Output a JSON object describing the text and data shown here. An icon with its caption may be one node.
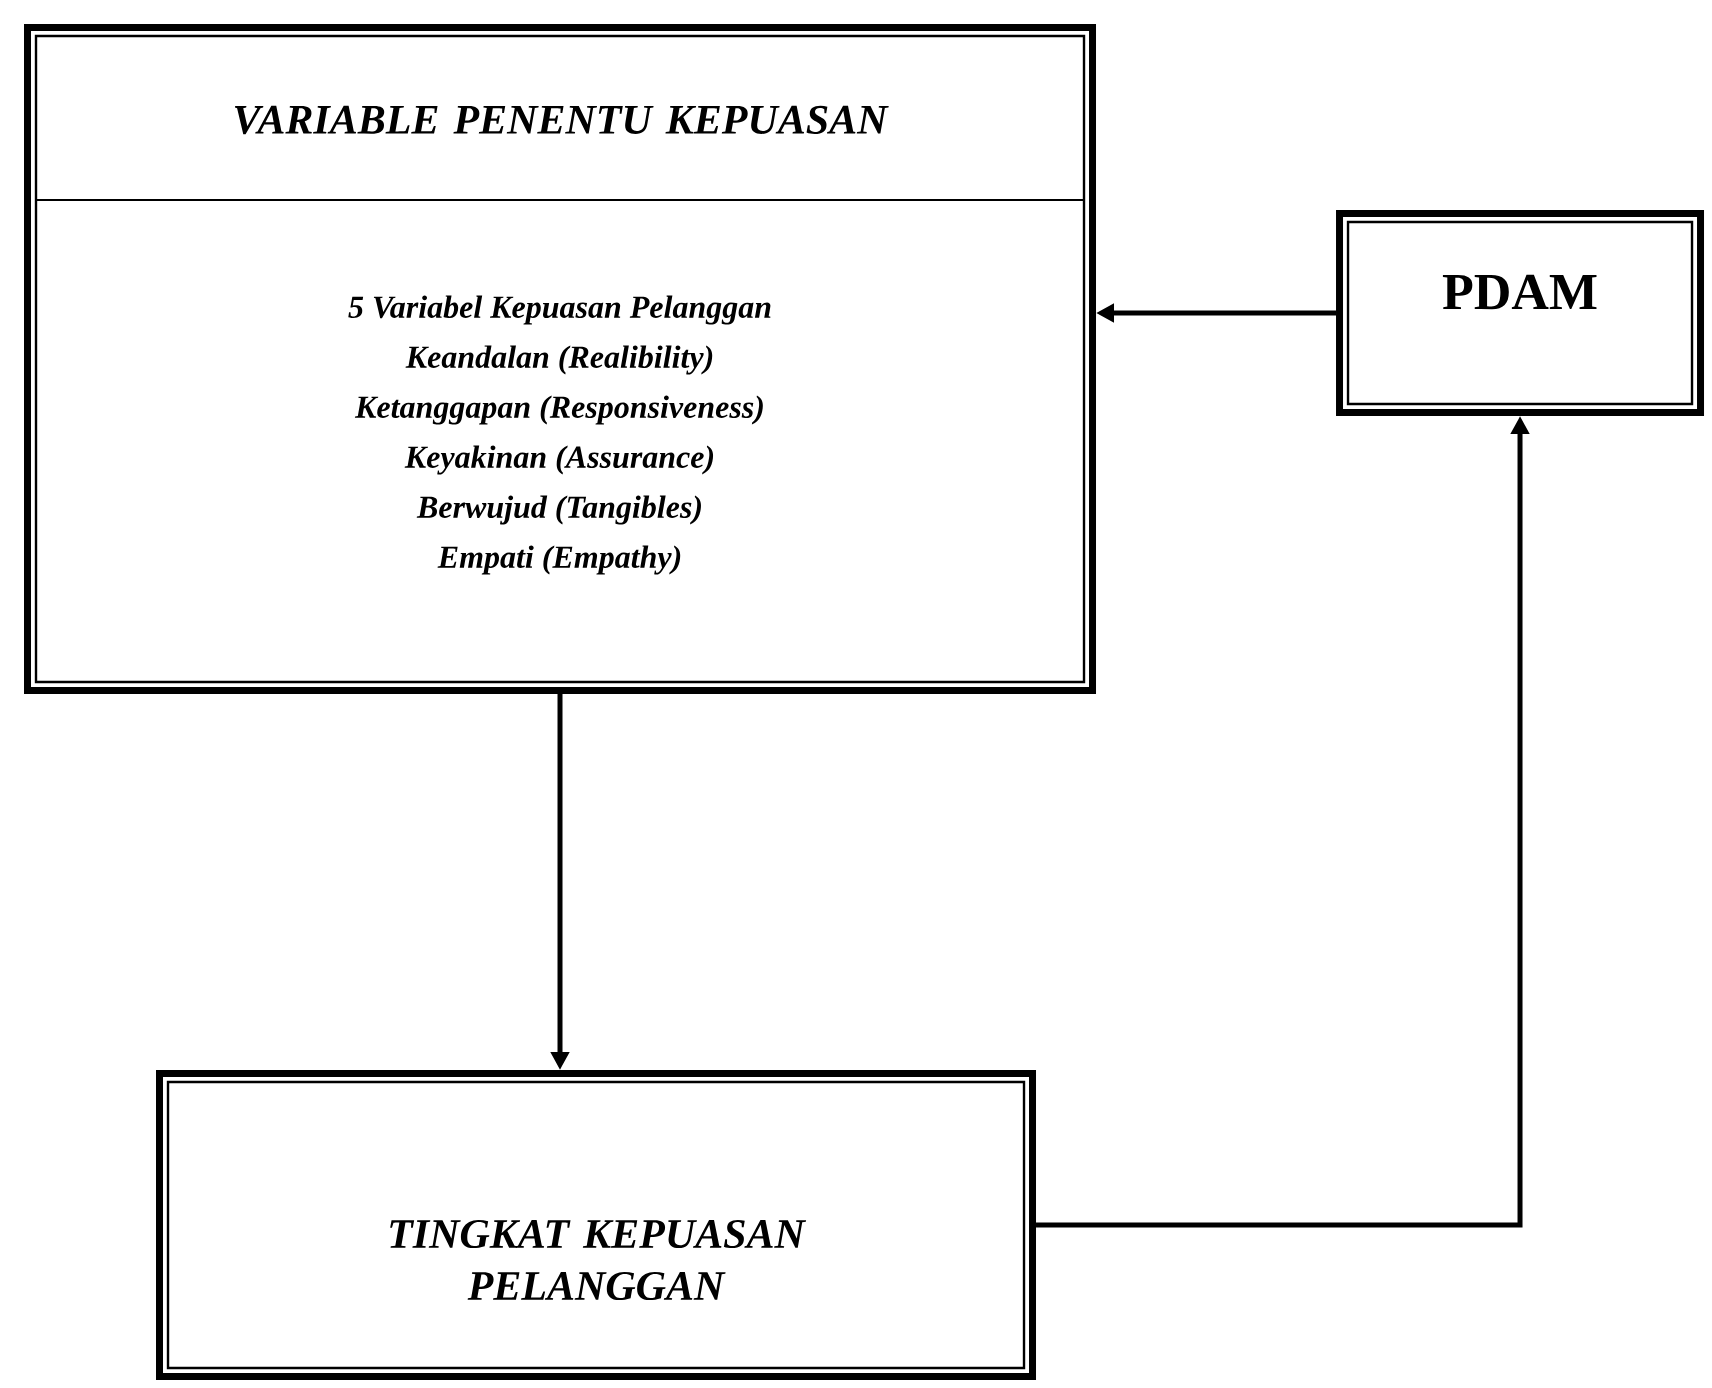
{
  "diagram": {
    "nodes": [
      {
        "text": [
          "VARIABLE PENENTU KEPUASAN",
          "5 Variabel Kepuasan Pelanggan",
          "Keandalan (Realibility)",
          "Ketanggapan (Responsiveness)",
          "Keyakinan (Assurance)",
          "Berwujud (Tangibles)",
          "Empati  (Empathy)"
        ]
      },
      {
        "text": [
          "PDAM"
        ]
      },
      {
        "text": [
          "TINGKAT KEPUASAN PELANGGAN"
        ]
      }
    ],
    "edges": [
      {
        "from": 1,
        "to": 0,
        "arrow": "to"
      },
      {
        "from": 0,
        "to": 2,
        "arrow": "to"
      },
      {
        "from": 2,
        "to": 1,
        "arrow": "to"
      }
    ]
  }
}
